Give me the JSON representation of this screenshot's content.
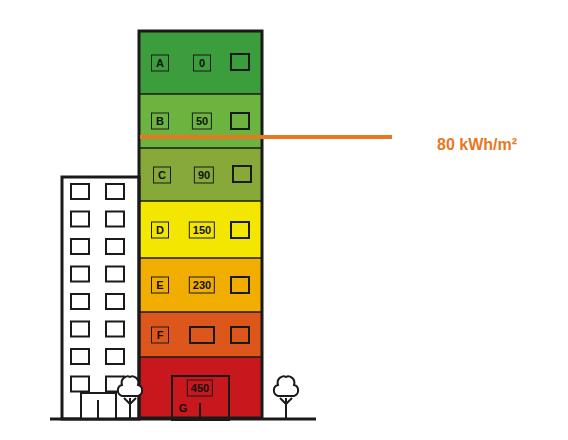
{
  "diagram": {
    "nodes": [
      {
        "text": [
          "A",
          "0"
        ]
      },
      {
        "text": [
          "B",
          "50"
        ]
      },
      {
        "text": [
          "C",
          "90"
        ]
      },
      {
        "text": [
          "D",
          "150"
        ]
      },
      {
        "text": [
          "E",
          "230"
        ]
      },
      {
        "text": [
          "F"
        ]
      },
      {
        "text": [
          "450",
          "G"
        ]
      }
    ],
    "labels": [
      "80 kWh/m²"
    ]
  }
}
